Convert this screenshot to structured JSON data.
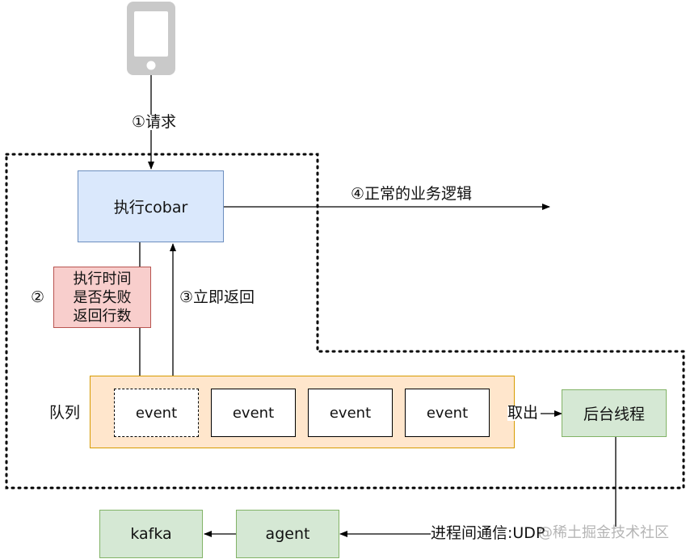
{
  "labels": {
    "step1": "①请求",
    "step2": "②",
    "step3": "③立即返回",
    "step4": "④正常的业务逻辑",
    "queue_label": "队列",
    "take_out": "取出",
    "ipc": "进程间通信:UDP"
  },
  "nodes": {
    "cobar": "执行cobar",
    "check": [
      "执行时间",
      "是否失败",
      "返回行数"
    ],
    "events": [
      "event",
      "event",
      "event",
      "event"
    ],
    "worker": "后台线程",
    "agent": "agent",
    "kafka": "kafka"
  },
  "watermark": "@稀土掘金技术社区",
  "colors": {
    "blue_fill": "#dae8fc",
    "blue_stroke": "#6c8ebf",
    "red_fill": "#f8cecc",
    "red_stroke": "#b85450",
    "orange_fill": "#ffe6cc",
    "orange_stroke": "#d79b00",
    "green_fill": "#d5e8d4",
    "green_stroke": "#82b366",
    "phone": "#c9c9c9"
  }
}
